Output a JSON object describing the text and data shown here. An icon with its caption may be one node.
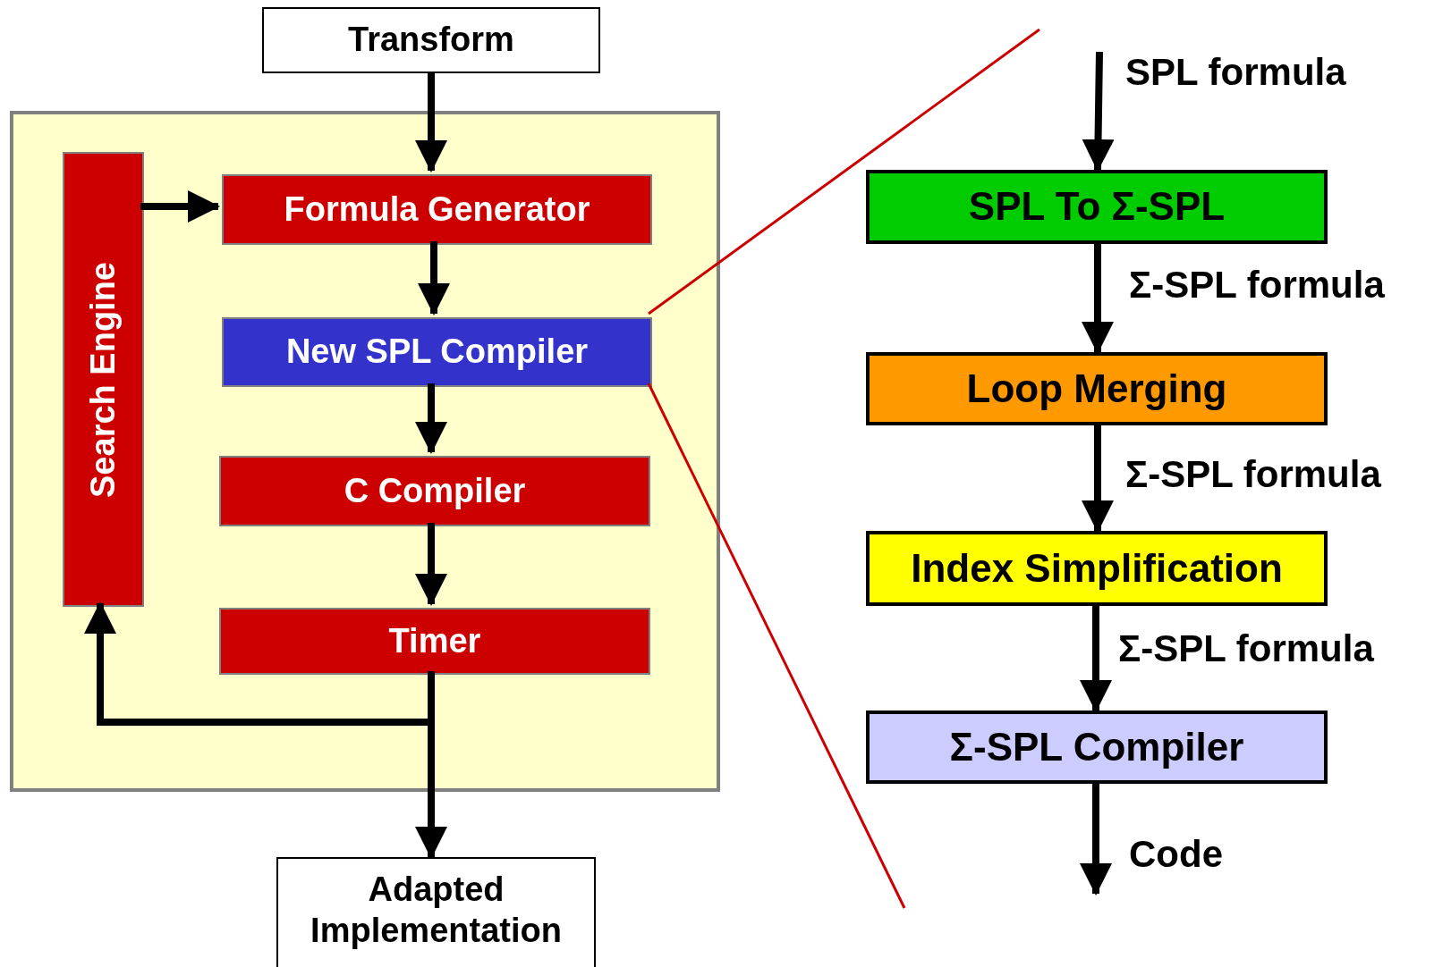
{
  "diagram": {
    "nodes": [
      {
        "text": [
          "Transform"
        ]
      },
      {
        "text": [],
        "shape": "box"
      },
      {
        "text": [
          "Search Engine"
        ],
        "in": 1
      },
      {
        "text": [
          "Formula Generator"
        ],
        "in": 1
      },
      {
        "text": [
          "New SPL Compiler"
        ],
        "in": 1
      },
      {
        "text": [
          "C Compiler"
        ],
        "in": 1
      },
      {
        "text": [
          "Timer"
        ],
        "in": 1
      },
      {
        "text": [
          "Adapted Implementation"
        ]
      },
      {
        "text": [
          "SPL To Σ-SPL"
        ]
      },
      {
        "text": [
          "Loop Merging"
        ]
      },
      {
        "text": [
          "Index Simplification"
        ]
      },
      {
        "text": [
          "Σ-SPL Compiler"
        ]
      }
    ],
    "edges": [
      {
        "from": 0,
        "to": 3,
        "arrow": "to"
      },
      {
        "from": 2,
        "to": 3,
        "arrow": "to"
      },
      {
        "from": 3,
        "to": 4,
        "arrow": "to"
      },
      {
        "from": 4,
        "to": 5,
        "arrow": "to"
      },
      {
        "from": 5,
        "to": 6,
        "arrow": "to"
      },
      {
        "from": 6,
        "to": 2,
        "arrow": "to"
      },
      {
        "from": 6,
        "to": 7,
        "arrow": "to"
      },
      {
        "from": 4,
        "to": null,
        "arrow": "none",
        "color": "#cc0000"
      },
      {
        "from": 4,
        "to": null,
        "arrow": "none",
        "color": "#cc0000"
      },
      {
        "from": null,
        "to": 8,
        "arrow": "to",
        "label": "SPL formula"
      },
      {
        "from": 8,
        "to": 9,
        "arrow": "to",
        "label": "Σ-SPL formula"
      },
      {
        "from": 9,
        "to": 10,
        "arrow": "to",
        "label": "Σ-SPL formula"
      },
      {
        "from": 10,
        "to": 11,
        "arrow": "to",
        "label": "Σ-SPL formula"
      },
      {
        "from": 11,
        "to": null,
        "arrow": "to",
        "label": "Code"
      }
    ]
  }
}
